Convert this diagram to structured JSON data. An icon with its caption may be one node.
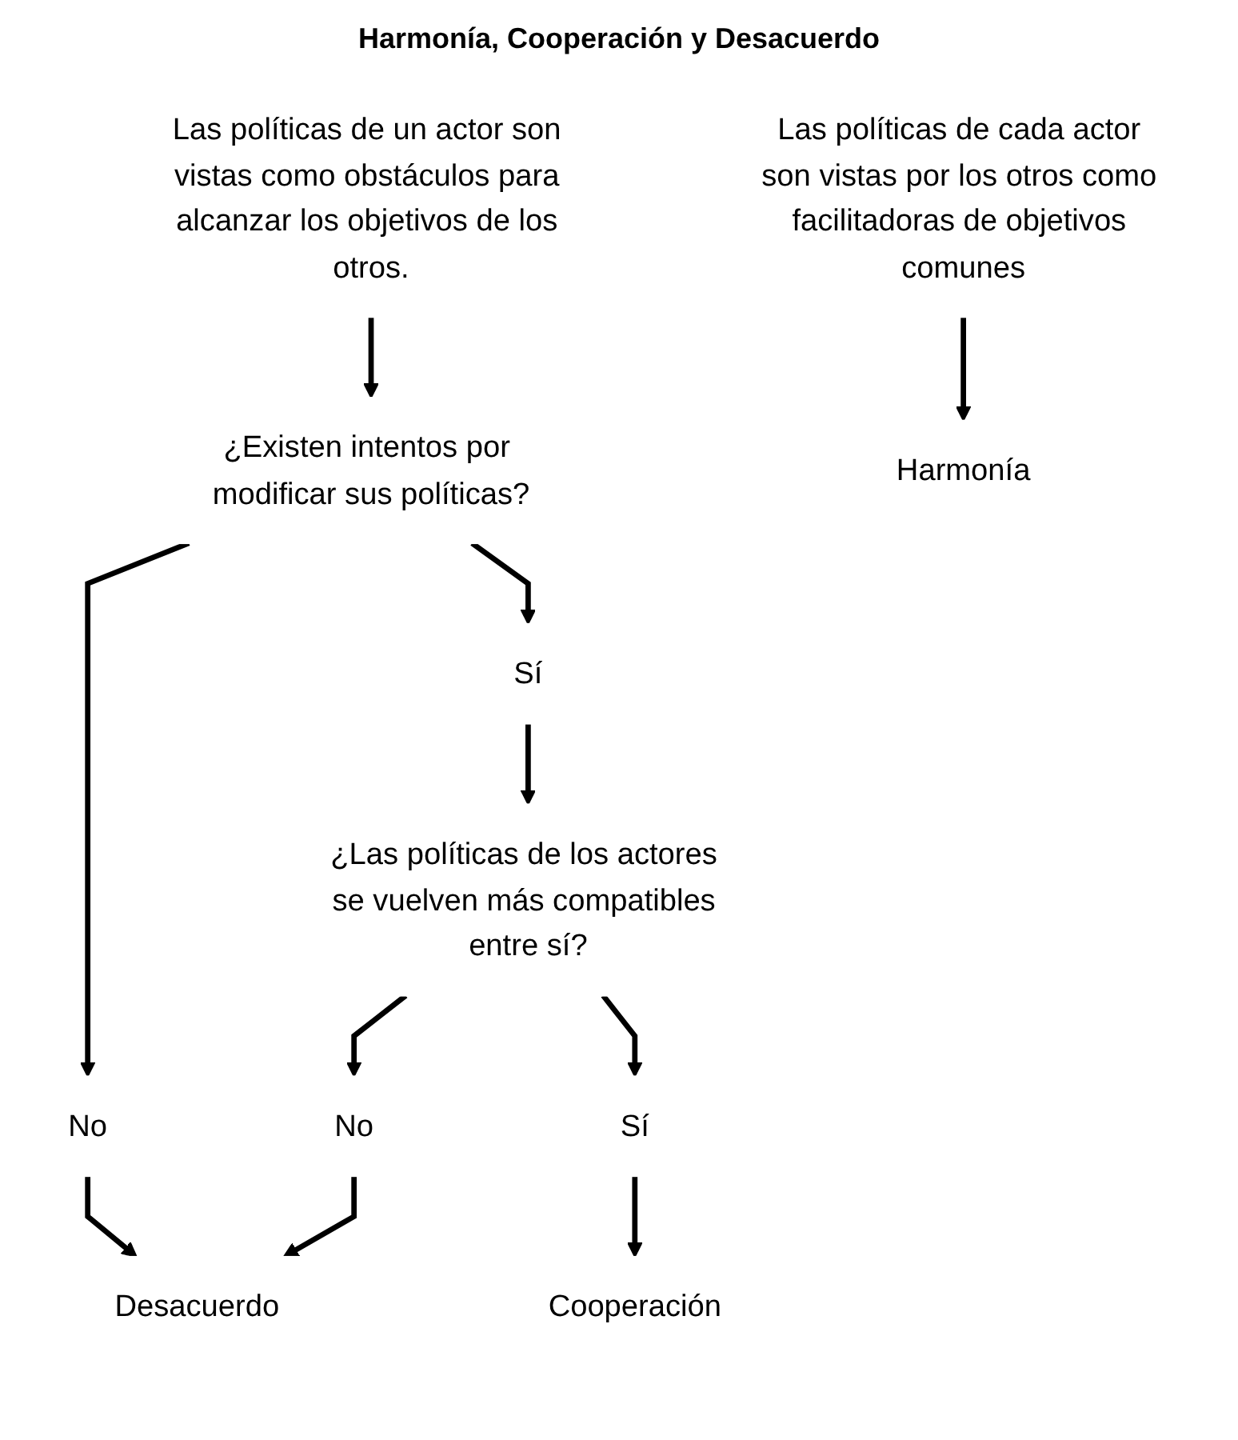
{
  "diagram": {
    "title": "Harmonía, Cooperación y Desacuerdo",
    "nodes": [
      {
        "text": [
          "Las políticas de cada actor son vistas por los otros como facilitadoras de objetivos comunes"
        ]
      },
      {
        "text": [
          "Las políticas de un actor son vistas como obstáculos para alcanzar los objetivos de los otros."
        ]
      },
      {
        "text": [
          "¿Existen intentos por modificar sus políticas?"
        ]
      },
      {
        "text": [
          "Sí"
        ]
      },
      {
        "text": [
          "No"
        ]
      },
      {
        "text": [
          "¿Las políticas de los actores se vuelven más compatibles entre sí?"
        ]
      },
      {
        "text": [
          "No"
        ]
      },
      {
        "text": [
          "Sí"
        ]
      },
      {
        "text": [
          "Harmonía"
        ]
      },
      {
        "text": [
          "Cooperación"
        ]
      },
      {
        "text": [
          "Desacuerdo"
        ]
      }
    ],
    "edges": [
      {
        "from": 0,
        "to": 8,
        "arrow": "to"
      },
      {
        "from": 1,
        "to": 2,
        "arrow": "to"
      },
      {
        "from": 2,
        "to": 3,
        "arrow": "to"
      },
      {
        "from": 2,
        "to": 4,
        "arrow": "to"
      },
      {
        "from": 3,
        "to": 5,
        "arrow": "to"
      },
      {
        "from": 5,
        "to": 6,
        "arrow": "to"
      },
      {
        "from": 5,
        "to": 7,
        "arrow": "to"
      },
      {
        "from": 4,
        "to": 10,
        "arrow": "to"
      },
      {
        "from": 6,
        "to": 10,
        "arrow": "to"
      },
      {
        "from": 7,
        "to": 9,
        "arrow": "to"
      }
    ]
  }
}
